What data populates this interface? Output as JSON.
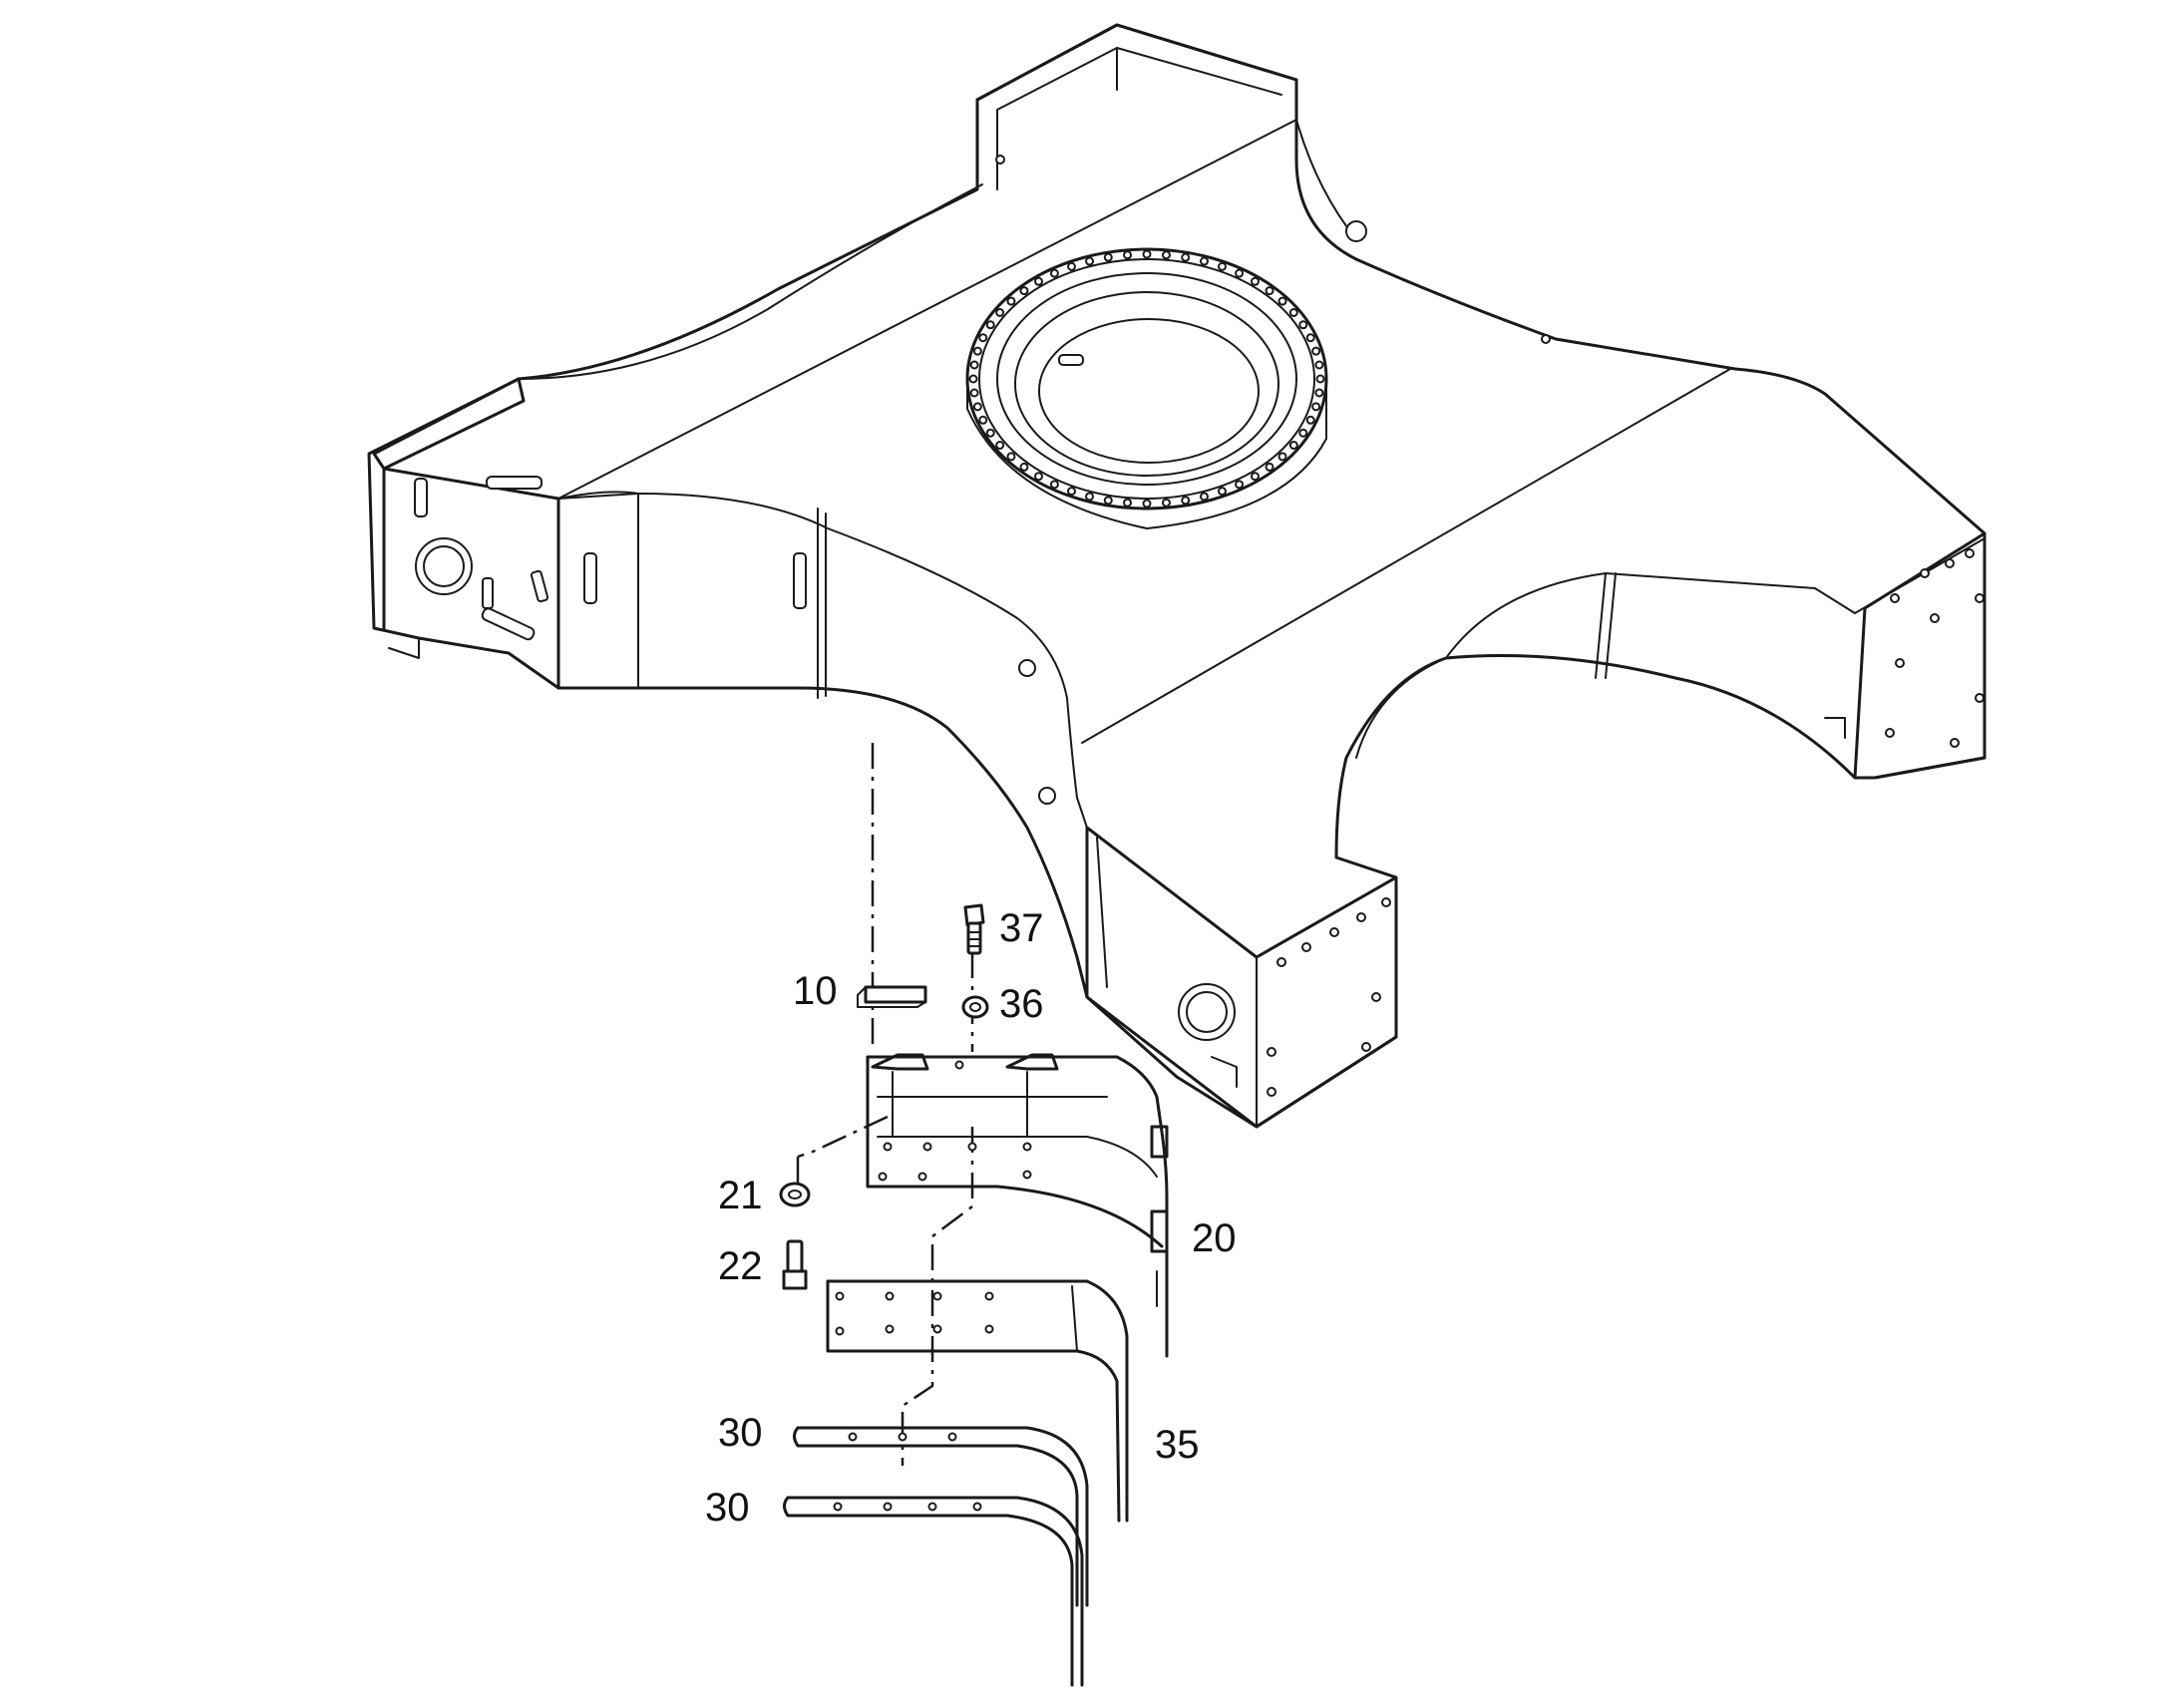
{
  "drawing": {
    "type": "exploded parts diagram",
    "callouts": {
      "c37": "37",
      "c36": "36",
      "c10": "10",
      "c21": "21",
      "c22": "22",
      "c20": "20",
      "c35": "35",
      "c30a": "30",
      "c30b": "30"
    }
  },
  "colors": {
    "line": "#1a1a1a",
    "background": "#ffffff"
  }
}
